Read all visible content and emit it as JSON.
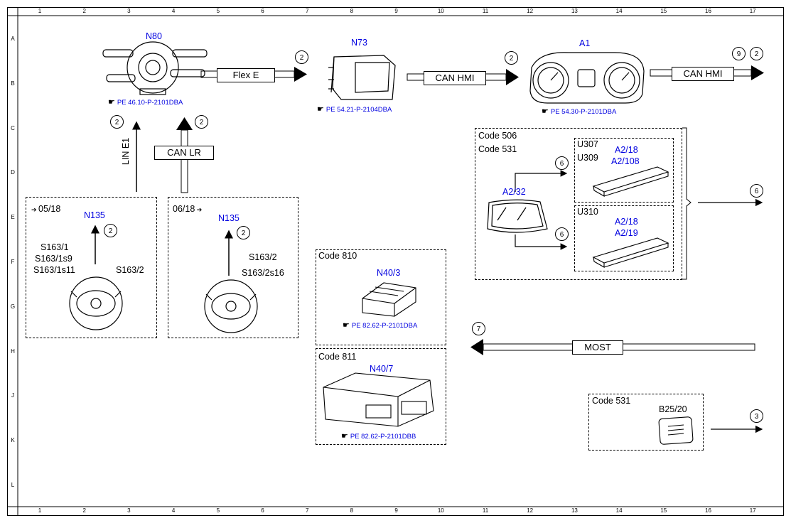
{
  "grid": {
    "columns": [
      "1",
      "2",
      "3",
      "4",
      "5",
      "6",
      "7",
      "8",
      "9",
      "10",
      "11",
      "12",
      "13",
      "14",
      "15",
      "16",
      "17"
    ],
    "rows": [
      "A",
      "B",
      "C",
      "D",
      "E",
      "F",
      "G",
      "H",
      "J",
      "K",
      "L"
    ]
  },
  "components": {
    "n80": {
      "id": "N80",
      "ref": "PE 46.10-P-2101DBA"
    },
    "n73": {
      "id": "N73",
      "ref": "PE 54.21-P-2104DBA"
    },
    "a1": {
      "id": "A1",
      "ref": "PE 54.30-P-2101DBA"
    },
    "n135_left": {
      "id": "N135",
      "date": "05/18",
      "switches": [
        "S163/1",
        "S163/1s9",
        "S163/1s11"
      ],
      "switch_right": "S163/2"
    },
    "n135_right": {
      "id": "N135",
      "date": "06/18",
      "switches": [
        "S163/2",
        "S163/2s16"
      ]
    },
    "code506": {
      "codes": [
        "Code 506",
        "Code 531"
      ],
      "windshield": "A2/32"
    },
    "u307": {
      "variants": [
        "U307",
        "U309"
      ],
      "antennas": [
        "A2/18",
        "A2/108"
      ]
    },
    "u310": {
      "variant": "U310",
      "antennas": [
        "A2/18",
        "A2/19"
      ]
    },
    "n40_3": {
      "code": "Code 810",
      "id": "N40/3",
      "ref": "PE 82.62-P-2101DBA"
    },
    "n40_7": {
      "code": "Code 811",
      "id": "N40/7",
      "ref": "PE 82.62-P-2101DBB"
    },
    "b25": {
      "code": "Code 531",
      "id": "B25/20"
    }
  },
  "buses": {
    "flex_e": "Flex E",
    "can_hmi_1": "CAN HMI",
    "can_hmi_2": "CAN HMI",
    "can_lr": "CAN LR",
    "lin_e1": "LIN E1",
    "most": "MOST"
  },
  "circles": {
    "c_n80_out": "2",
    "c_n73_out": "2",
    "c_a1_9": "9",
    "c_a1_2": "2",
    "c_lin": "2",
    "c_canlr": "2",
    "c_n135l": "2",
    "c_n135r": "2",
    "c_ant_top": "6",
    "c_ant_bot": "6",
    "c_code506_out": "6",
    "c_most": "7",
    "c_b25": "3"
  },
  "colors": {
    "link": "#0000e0",
    "line": "#000000"
  }
}
